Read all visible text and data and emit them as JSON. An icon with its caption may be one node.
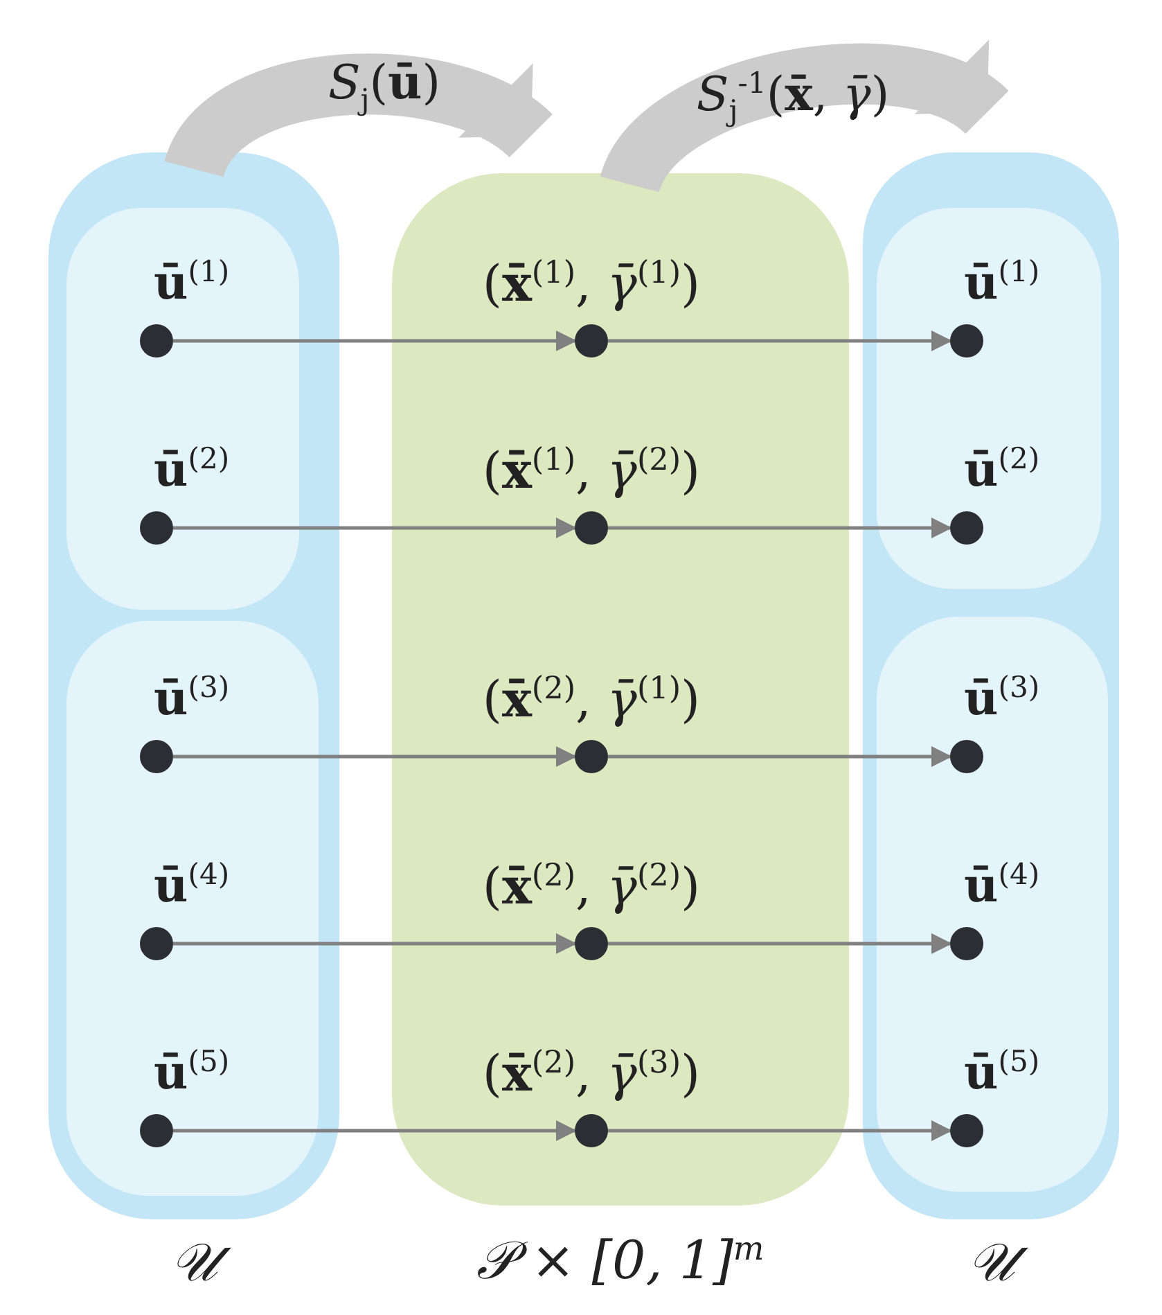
{
  "diagram": {
    "nodes": [
      {
        "text": [
          "𝒰"
        ]
      },
      {
        "text": [],
        "shape": "blob",
        "in": 0
      },
      {
        "text": [],
        "shape": "circle",
        "in": 1,
        "beside": [
          "**ū**$^{(1)}$"
        ]
      },
      {
        "text": [],
        "shape": "circle",
        "in": 1,
        "beside": [
          "**ū**$^{(2)}$"
        ]
      },
      {
        "text": [],
        "shape": "blob",
        "in": 0
      },
      {
        "text": [],
        "shape": "circle",
        "in": 4,
        "beside": [
          "**ū**$^{(3)}$"
        ]
      },
      {
        "text": [],
        "shape": "circle",
        "in": 4,
        "beside": [
          "**ū**$^{(4)}$"
        ]
      },
      {
        "text": [],
        "shape": "circle",
        "in": 4,
        "beside": [
          "**ū**$^{(5)}$"
        ]
      },
      {
        "text": [
          "𝒫 × [0, 1]$^{m}$"
        ]
      },
      {
        "text": [],
        "shape": "circle",
        "in": 8,
        "beside": [
          "(**x̄**$^{(1)}$, *γ̄*$^{(1)}$)"
        ]
      },
      {
        "text": [],
        "shape": "circle",
        "in": 8,
        "beside": [
          "(**x̄**$^{(1)}$, *γ̄*$^{(2)}$)"
        ]
      },
      {
        "text": [],
        "shape": "circle",
        "in": 8,
        "beside": [
          "(**x̄**$^{(2)}$, *γ̄*$^{(1)}$)"
        ]
      },
      {
        "text": [],
        "shape": "circle",
        "in": 8,
        "beside": [
          "(**x̄**$^{(2)}$, *γ̄*$^{(2)}$)"
        ]
      },
      {
        "text": [],
        "shape": "circle",
        "in": 8,
        "beside": [
          "(**x̄**$^{(2)}$, *γ̄*$^{(3)}$)"
        ]
      },
      {
        "text": [
          "𝒰"
        ]
      },
      {
        "text": [],
        "shape": "blob",
        "in": 14
      },
      {
        "text": [],
        "shape": "circle",
        "in": 15,
        "beside": [
          "**ū**$^{(1)}$"
        ]
      },
      {
        "text": [],
        "shape": "circle",
        "in": 15,
        "beside": [
          "**ū**$^{(2)}$"
        ]
      },
      {
        "text": [],
        "shape": "blob",
        "in": 14
      },
      {
        "text": [],
        "shape": "circle",
        "in": 18,
        "beside": [
          "**ū**$^{(3)}$"
        ]
      },
      {
        "text": [],
        "shape": "circle",
        "in": 18,
        "beside": [
          "**ū**$^{(4)}$"
        ]
      },
      {
        "text": [],
        "shape": "circle",
        "in": 18,
        "beside": [
          "**ū**$^{(5)}$"
        ]
      }
    ],
    "edges": [
      {
        "from": 0,
        "to": 8,
        "arrow": "to",
        "label": "*S*$_{j}$(**ū**)",
        "style": "thick",
        "color": "#cccccc"
      },
      {
        "from": 8,
        "to": 14,
        "arrow": "to",
        "label": "*S*$_{j}$$^{-1}$(**x̄**, *γ̄*)",
        "style": "thick",
        "color": "#cccccc"
      },
      {
        "from": 2,
        "to": 9,
        "arrow": "to"
      },
      {
        "from": 9,
        "to": 16,
        "arrow": "to"
      },
      {
        "from": 3,
        "to": 10,
        "arrow": "to"
      },
      {
        "from": 10,
        "to": 17,
        "arrow": "to"
      },
      {
        "from": 5,
        "to": 11,
        "arrow": "to"
      },
      {
        "from": 11,
        "to": 19,
        "arrow": "to"
      },
      {
        "from": 6,
        "to": 12,
        "arrow": "to"
      },
      {
        "from": 12,
        "to": 20,
        "arrow": "to"
      },
      {
        "from": 7,
        "to": 13,
        "arrow": "to"
      },
      {
        "from": 13,
        "to": 21,
        "arrow": "to"
      }
    ]
  }
}
